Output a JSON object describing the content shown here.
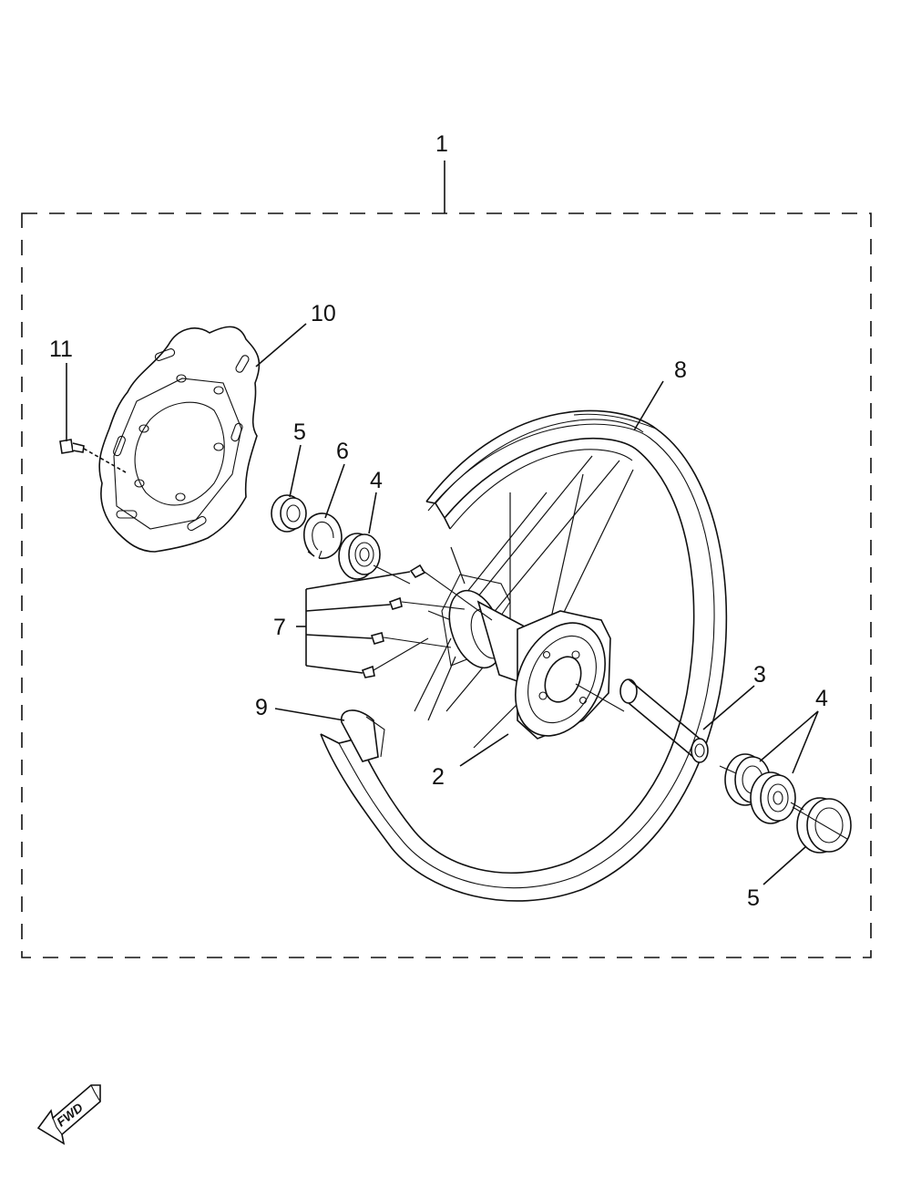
{
  "diagram": {
    "callouts": {
      "assembly": "1",
      "hub": "2",
      "collar": "3",
      "bearing_left": "4",
      "bearing_right": "4",
      "seal_left": "5",
      "seal_right": "5",
      "circlip": "6",
      "spokes": "7",
      "rim": "8",
      "rim_band": "9",
      "brake_disc": "10",
      "disc_bolt": "11"
    },
    "direction_badge": "FWD",
    "colors": {
      "line": "#111111",
      "background": "#ffffff"
    }
  }
}
